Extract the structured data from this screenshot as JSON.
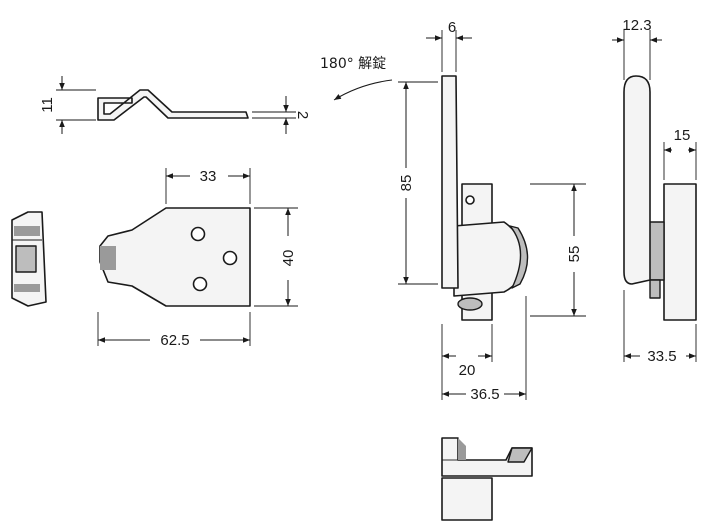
{
  "dimensions": {
    "plate_height": "11",
    "plate_thickness": "2",
    "plate_top_width": "33",
    "plate_depth": "40",
    "plate_length": "62.5",
    "lever_width": "6",
    "lever_length": "85",
    "body_height": "55",
    "base_width": "20",
    "body_depth": "36.5",
    "side_lever_width": "12.3",
    "side_body_width": "15",
    "side_overall": "33.5"
  },
  "annotation": {
    "rotation_note": "180° 解錠"
  },
  "colors": {
    "outline": "#1a1a1a",
    "fill": "#f4f4f4",
    "shade": "#9a9a9a"
  }
}
